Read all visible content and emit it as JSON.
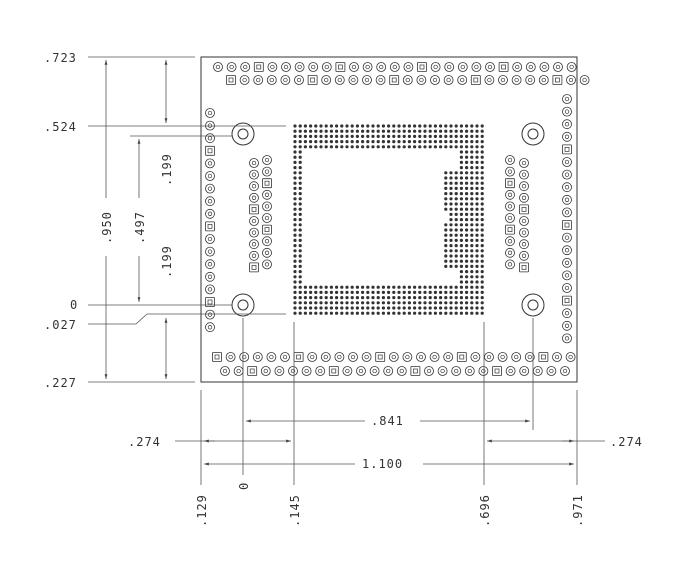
{
  "labels": {
    "left_723": ".723",
    "left_524": ".524",
    "left_0": "0",
    "left_027": ".027",
    "left_227": ".227",
    "vert_950": ".950",
    "vert_497": ".497",
    "vert_199_top": ".199",
    "vert_199_bottom": ".199",
    "dim_841": ".841",
    "dim_1100": "1.100",
    "dim_274_left": ".274",
    "dim_274_right": ".274",
    "bottom_129": ".129",
    "bottom_0": "0",
    "bottom_145": ".145",
    "bottom_696": ".696",
    "bottom_971": ".971"
  }
}
